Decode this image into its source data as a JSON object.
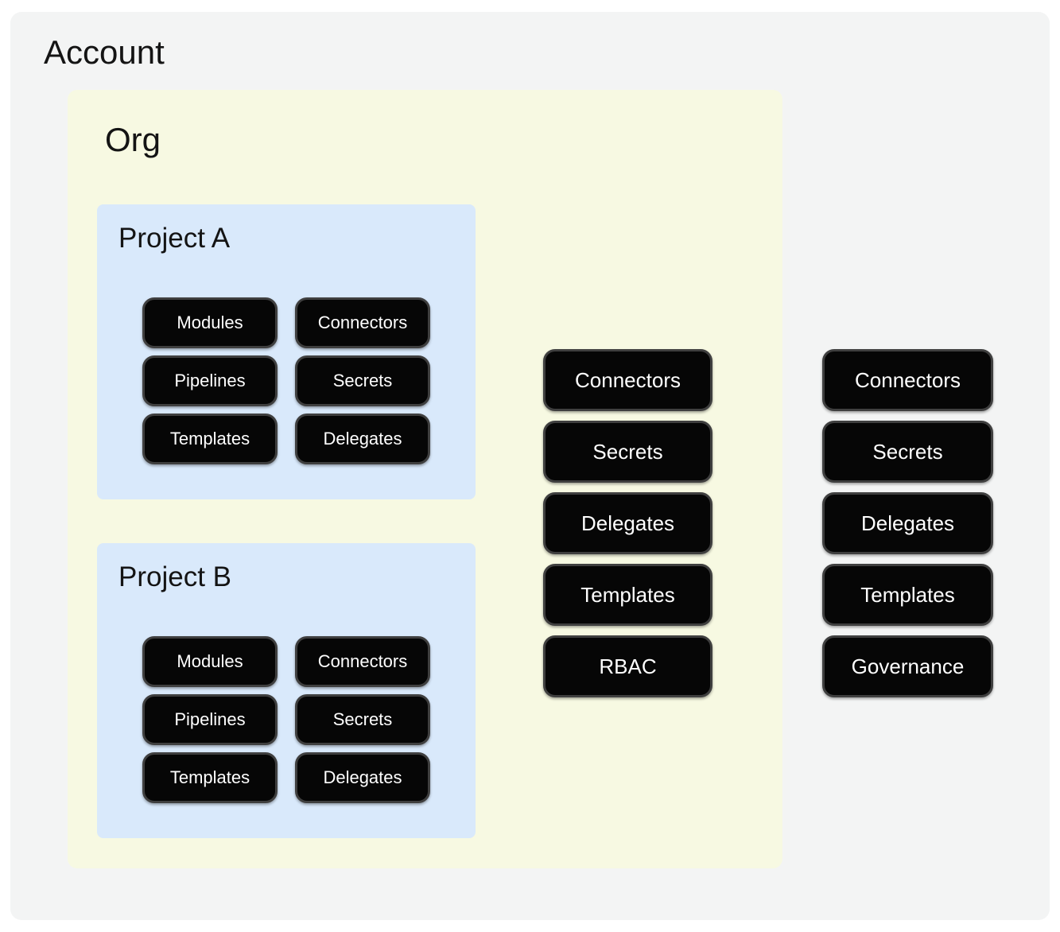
{
  "account": {
    "title": "Account",
    "resources": [
      "Connectors",
      "Secrets",
      "Delegates",
      "Templates",
      "Governance"
    ]
  },
  "org": {
    "title": "Org",
    "resources": [
      "Connectors",
      "Secrets",
      "Delegates",
      "Templates",
      "RBAC"
    ],
    "projects": [
      {
        "title": "Project A",
        "resources": [
          "Modules",
          "Connectors",
          "Pipelines",
          "Secrets",
          "Templates",
          "Delegates"
        ]
      },
      {
        "title": "Project B",
        "resources": [
          "Modules",
          "Connectors",
          "Pipelines",
          "Secrets",
          "Templates",
          "Delegates"
        ]
      }
    ]
  },
  "colors": {
    "page_bg": "#ffffff",
    "account_bg": "#f3f4f4",
    "org_bg": "#f7f9e2",
    "project_bg": "#d9e9fb",
    "pill_bg": "#060606",
    "pill_border": "#3f3f3f",
    "pill_text": "#ffffff",
    "heading_text": "#141414"
  }
}
